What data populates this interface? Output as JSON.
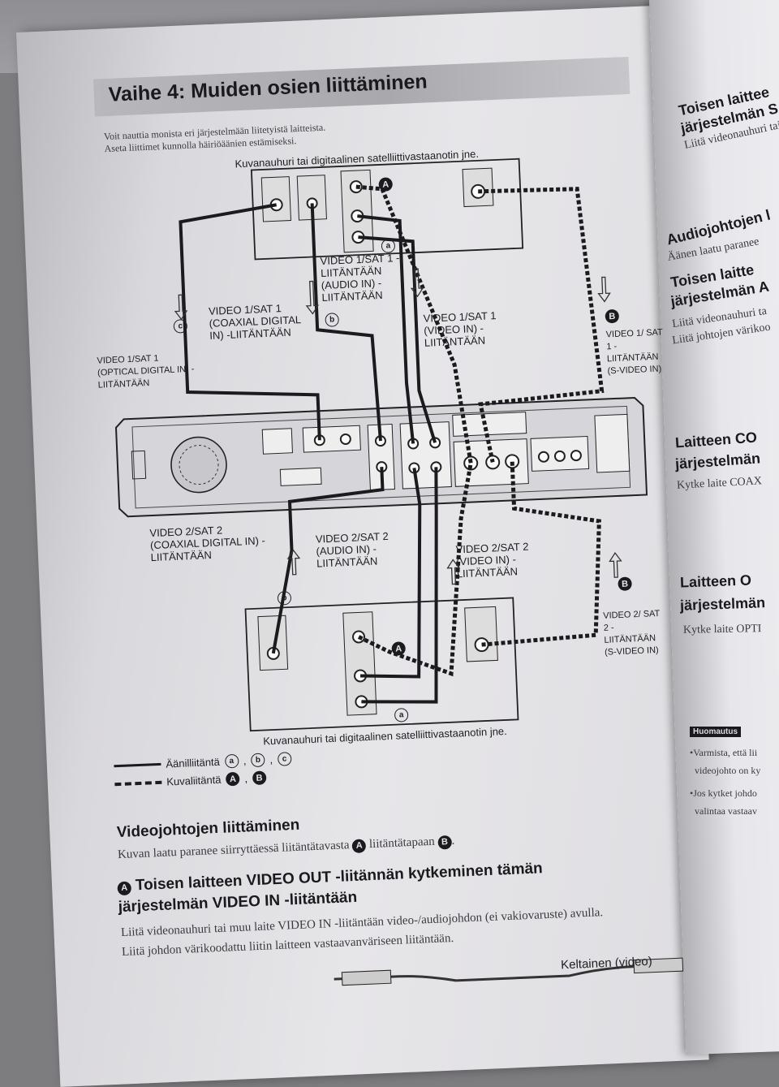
{
  "page": {
    "title": "Vaihe 4: Muiden osien liittäminen",
    "intro": [
      "Voit nauttia monista eri järjestelmään liitetyistä laitteista.",
      "Aseta liittimet kunnolla häiriöäänien estämiseksi."
    ]
  },
  "diagram": {
    "top_device_caption": "Kuvanauhuri tai digitaalinen satelliittivastaanotin jne.",
    "bottom_device_caption": "Kuvanauhuri tai digitaalinen satelliittivastaanotin jne.",
    "labels": {
      "optical_sat1": "VIDEO 1/SAT 1 (OPTICAL DIGITAL IN) -liitäntään",
      "coaxial_sat1": "VIDEO 1/SAT 1 (COAXIAL DIGITAL IN) -liitäntään",
      "audio_sat1": "VIDEO 1/SAT 1 -liitäntään (AUDIO IN) -liitäntään",
      "video_sat1": "VIDEO 1/SAT 1 (VIDEO IN) -liitäntään",
      "svideo_sat1": "VIDEO 1/ SAT 1 -liitäntään (S-VIDEO IN)",
      "coaxial_sat2": "VIDEO 2/SAT 2 (COAXIAL DIGITAL IN) -liitäntään",
      "audio_sat2": "VIDEO 2/SAT 2 (AUDIO IN) -liitäntään",
      "video_sat2": "VIDEO 2/SAT 2 (VIDEO IN) -liitäntään",
      "svideo_sat2": "VIDEO 2/ SAT 2 -liitäntään (S-VIDEO IN)"
    },
    "markers": {
      "a": "a",
      "b": "b",
      "c": "c",
      "A": "A",
      "B": "B"
    },
    "legend": {
      "audio": "Äänilliitäntä",
      "video": "Kuvaliitäntä"
    }
  },
  "sections": {
    "video_cables": {
      "heading": "Videojohtojen liittäminen",
      "text": "Kuvan laatu paranee siirryttäessä liitäntätavasta",
      "text_mid": "liitäntätapaan"
    },
    "step_a": {
      "heading_line1": "Toisen laitteen VIDEO OUT -liitännän kytkeminen tämän",
      "heading_line2": "järjestelmän VIDEO IN -liitäntään",
      "text_line1": "Liitä videonauhuri tai muu laite VIDEO IN -liitäntään video-/audiojohdon (ei vakiovaruste) avulla.",
      "text_line2": "Liitä johdon värikoodattu liitin laitteen vastaavanväriseen liitäntään.",
      "cable_label": "Keltainen (video)"
    }
  },
  "right_page": {
    "h1": "Toisen laittee",
    "h1b": "järjestelmän S V",
    "t1": "Liitä videonauhuri tai m",
    "h2": "Audiojohtojen l",
    "t2": "Äänen laatu paranee",
    "h3": "Toisen laitte",
    "h3b": "järjestelmän A",
    "t3a": "Liitä videonauhuri ta",
    "t3b": "Liitä johtojen värikoo",
    "h4": "Laitteen CO",
    "h4b": "järjestelmän",
    "t4": "Kytke laite COAX",
    "h5": "Laitteen O",
    "h5b": "järjestelmän",
    "t5": "Kytke laite OPTI",
    "note_badge": "Huomautus",
    "note1": "•Varmista, että lii",
    "note1b": "videojohto on ky",
    "note2": "•Jos kytket johdo",
    "note2b": "valintaa vastaav"
  },
  "colors": {
    "ink": "#1e1e22",
    "paper": "#e4e3e6",
    "shadow": "#7d7c7f"
  }
}
